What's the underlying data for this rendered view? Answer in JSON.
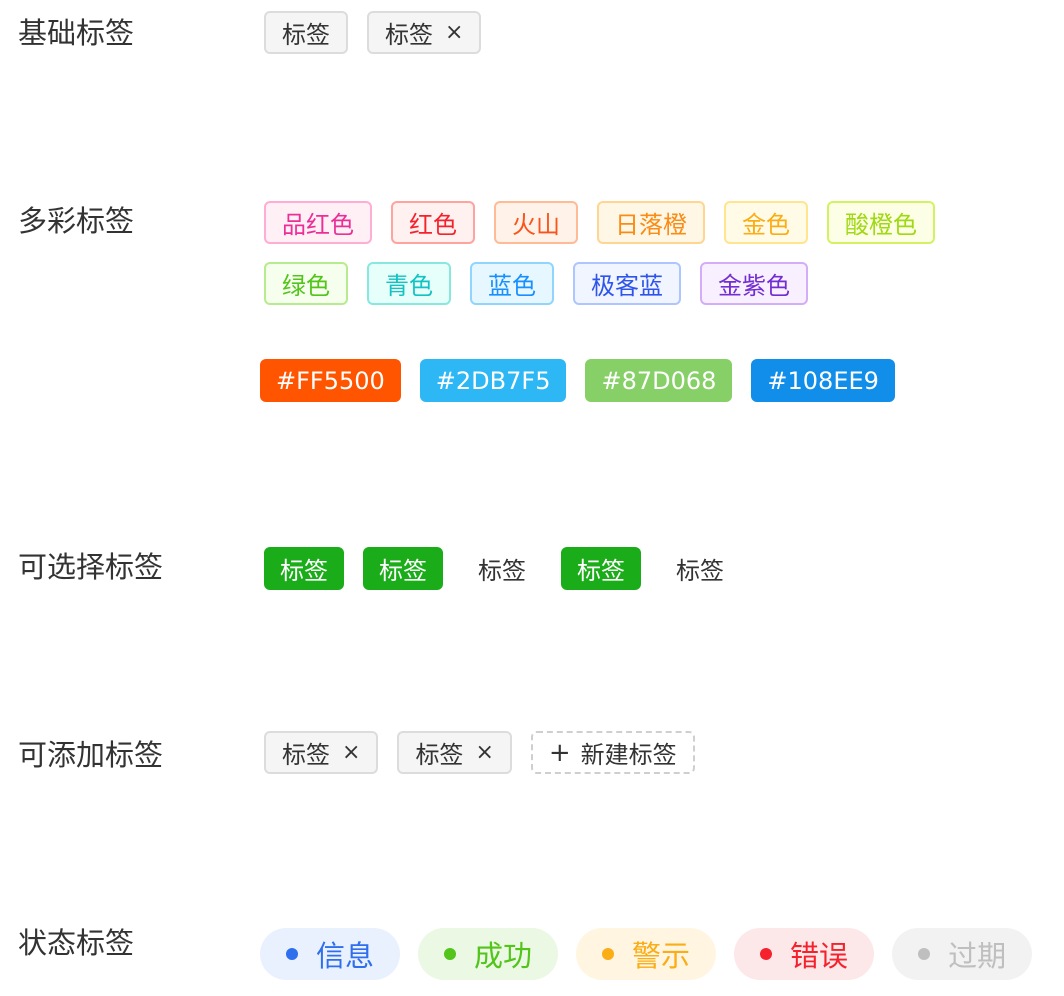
{
  "sections": {
    "basic": {
      "title": "基础标签",
      "tags": [
        {
          "label": "标签",
          "closable": false
        },
        {
          "label": "标签",
          "closable": true
        }
      ],
      "close_glyph": "×"
    },
    "colorful": {
      "title": "多彩标签",
      "row1": [
        {
          "label": "品红色",
          "color": "#eb2f96",
          "bg": "#fff0f6",
          "border": "#ffadd2"
        },
        {
          "label": "红色",
          "color": "#f5222d",
          "bg": "#fff1f0",
          "border": "#ffa39e"
        },
        {
          "label": "火山",
          "color": "#fa541c",
          "bg": "#fff2e8",
          "border": "#ffbb96"
        },
        {
          "label": "日落橙",
          "color": "#fa8c16",
          "bg": "#fff7e6",
          "border": "#ffd591"
        },
        {
          "label": "金色",
          "color": "#faad14",
          "bg": "#fffbe6",
          "border": "#ffe58f"
        },
        {
          "label": "酸橙色",
          "color": "#a0d911",
          "bg": "#fcffe6",
          "border": "#d3f261"
        }
      ],
      "row2": [
        {
          "label": "绿色",
          "color": "#52c41a",
          "bg": "#f6ffed",
          "border": "#b7eb8f"
        },
        {
          "label": "青色",
          "color": "#13c2c2",
          "bg": "#e6fffb",
          "border": "#87e8de"
        },
        {
          "label": "蓝色",
          "color": "#1890ff",
          "bg": "#e6f7ff",
          "border": "#91d5ff"
        },
        {
          "label": "极客蓝",
          "color": "#2f54eb",
          "bg": "#f0f5ff",
          "border": "#adc6ff"
        },
        {
          "label": "金紫色",
          "color": "#722ed1",
          "bg": "#f9f0ff",
          "border": "#d3adf7"
        }
      ],
      "solid": [
        {
          "label": "#FF5500",
          "bg": "#FF5500"
        },
        {
          "label": "#2DB7F5",
          "bg": "#2DB7F5"
        },
        {
          "label": "#87D068",
          "bg": "#87D068"
        },
        {
          "label": "#108EE9",
          "bg": "#108EE9"
        }
      ]
    },
    "checkable": {
      "title": "可选择标签",
      "tags": [
        {
          "label": "标签",
          "checked": true
        },
        {
          "label": "标签",
          "checked": true
        },
        {
          "label": "标签",
          "checked": false
        },
        {
          "label": "标签",
          "checked": true
        },
        {
          "label": "标签",
          "checked": false
        }
      ]
    },
    "addable": {
      "title": "可添加标签",
      "tags": [
        {
          "label": "标签"
        },
        {
          "label": "标签"
        }
      ],
      "close_glyph": "×",
      "new_tag_label": "新建标签",
      "plus_glyph": "+"
    },
    "status": {
      "title": "状态标签",
      "tags": [
        {
          "label": "信息",
          "color": "#2f6fed",
          "bg": "#eaf1fe"
        },
        {
          "label": "成功",
          "color": "#52c41a",
          "bg": "#eaf8e4"
        },
        {
          "label": "警示",
          "color": "#faad14",
          "bg": "#fff5e1"
        },
        {
          "label": "错误",
          "color": "#f5222d",
          "bg": "#fde8e9"
        },
        {
          "label": "过期",
          "color": "#bfbfbf",
          "bg": "#f2f2f2"
        }
      ]
    }
  }
}
